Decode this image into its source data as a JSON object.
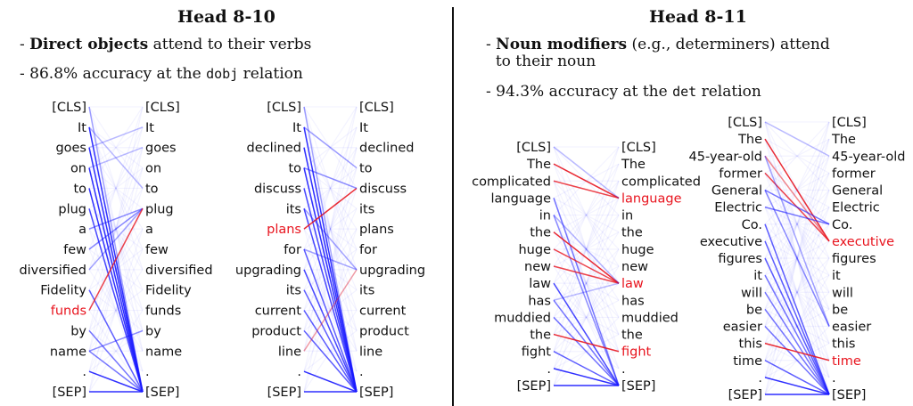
{
  "panels": [
    {
      "title": "Head 8-10",
      "bullet1_bold": "Direct objects",
      "bullet1_rest": " attend to their verbs",
      "bullet2_pre": "86.8% accuracy at the ",
      "bullet2_code": "dobj",
      "bullet2_post": " relation"
    },
    {
      "title": "Head 8-11",
      "bullet1_bold": "Noun modifiers",
      "bullet1_rest": " (e.g., determiners) attend",
      "bullet1_line2": "to their noun",
      "bullet2_pre": "94.3% accuracy at the ",
      "bullet2_code": "det",
      "bullet2_post": " relation"
    }
  ],
  "colors": {
    "attention": "#1a1aff",
    "highlight": "#e8141e"
  },
  "diagrams": [
    {
      "tokens": [
        "[CLS]",
        "It",
        "goes",
        "on",
        "to",
        "plug",
        "a",
        "few",
        "diversified",
        "Fidelity",
        "funds",
        "by",
        "name",
        ".",
        "[SEP]"
      ],
      "highlight_left": [
        10
      ],
      "highlight_right": [],
      "edges": [
        [
          1,
          14,
          0.9,
          "b"
        ],
        [
          2,
          14,
          0.9,
          "b"
        ],
        [
          3,
          14,
          0.9,
          "b"
        ],
        [
          4,
          14,
          0.9,
          "b"
        ],
        [
          5,
          14,
          0.8,
          "b"
        ],
        [
          6,
          5,
          0.5,
          "b"
        ],
        [
          7,
          5,
          0.5,
          "b"
        ],
        [
          8,
          5,
          0.4,
          "b"
        ],
        [
          9,
          14,
          0.7,
          "b"
        ],
        [
          10,
          5,
          0.8,
          "r"
        ],
        [
          11,
          14,
          0.6,
          "b"
        ],
        [
          12,
          11,
          0.5,
          "b"
        ],
        [
          13,
          14,
          0.9,
          "b"
        ],
        [
          14,
          14,
          0.9,
          "b"
        ],
        [
          0,
          14,
          0.4,
          "b"
        ],
        [
          12,
          14,
          0.6,
          "b"
        ],
        [
          1,
          4,
          0.3,
          "b"
        ],
        [
          2,
          1,
          0.3,
          "b"
        ],
        [
          3,
          2,
          0.3,
          "b"
        ]
      ]
    },
    {
      "tokens": [
        "[CLS]",
        "It",
        "declined",
        "to",
        "discuss",
        "its",
        "plans",
        "for",
        "upgrading",
        "its",
        "current",
        "product",
        "line",
        ".",
        "[SEP]"
      ],
      "highlight_left": [
        6
      ],
      "highlight_right": [],
      "edges": [
        [
          1,
          14,
          0.9,
          "b"
        ],
        [
          2,
          14,
          0.9,
          "b"
        ],
        [
          3,
          14,
          0.9,
          "b"
        ],
        [
          4,
          14,
          0.8,
          "b"
        ],
        [
          5,
          14,
          0.8,
          "b"
        ],
        [
          6,
          4,
          0.9,
          "r"
        ],
        [
          7,
          14,
          0.7,
          "b"
        ],
        [
          8,
          14,
          0.8,
          "b"
        ],
        [
          9,
          14,
          0.7,
          "b"
        ],
        [
          10,
          14,
          0.7,
          "b"
        ],
        [
          11,
          14,
          0.7,
          "b"
        ],
        [
          12,
          8,
          0.4,
          "r"
        ],
        [
          13,
          14,
          0.9,
          "b"
        ],
        [
          14,
          14,
          0.9,
          "b"
        ],
        [
          0,
          14,
          0.4,
          "b"
        ],
        [
          1,
          3,
          0.4,
          "b"
        ],
        [
          3,
          4,
          0.5,
          "b"
        ],
        [
          5,
          8,
          0.4,
          "b"
        ],
        [
          7,
          8,
          0.4,
          "b"
        ]
      ]
    },
    {
      "tokens": [
        "[CLS]",
        "The",
        "complicated",
        "language",
        "in",
        "the",
        "huge",
        "new",
        "law",
        "has",
        "muddied",
        "the",
        "fight",
        ".",
        "[SEP]"
      ],
      "highlight_left": [],
      "highlight_right": [
        3,
        8,
        12
      ],
      "edges": [
        [
          1,
          3,
          0.9,
          "r"
        ],
        [
          2,
          3,
          0.8,
          "r"
        ],
        [
          3,
          14,
          0.6,
          "b"
        ],
        [
          4,
          14,
          0.5,
          "b"
        ],
        [
          5,
          8,
          0.9,
          "r"
        ],
        [
          6,
          8,
          0.8,
          "r"
        ],
        [
          7,
          8,
          0.8,
          "r"
        ],
        [
          8,
          14,
          0.8,
          "b"
        ],
        [
          9,
          14,
          0.6,
          "b"
        ],
        [
          10,
          14,
          0.6,
          "b"
        ],
        [
          11,
          12,
          0.9,
          "r"
        ],
        [
          12,
          14,
          0.7,
          "b"
        ],
        [
          13,
          14,
          0.9,
          "b"
        ],
        [
          14,
          14,
          0.9,
          "b"
        ],
        [
          0,
          3,
          0.3,
          "b"
        ],
        [
          4,
          8,
          0.3,
          "b"
        ],
        [
          9,
          8,
          0.3,
          "b"
        ]
      ]
    },
    {
      "tokens": [
        "[CLS]",
        "The",
        "45-year-old",
        "former",
        "General",
        "Electric",
        "Co.",
        "executive",
        "figures",
        "it",
        "will",
        "be",
        "easier",
        "this",
        "time",
        ".",
        "[SEP]"
      ],
      "highlight_left": [],
      "highlight_right": [
        7,
        14
      ],
      "edges": [
        [
          1,
          7,
          0.9,
          "r"
        ],
        [
          2,
          7,
          0.5,
          "r"
        ],
        [
          3,
          7,
          0.8,
          "r"
        ],
        [
          4,
          6,
          0.6,
          "b"
        ],
        [
          5,
          6,
          0.6,
          "b"
        ],
        [
          6,
          16,
          0.7,
          "b"
        ],
        [
          7,
          16,
          0.7,
          "b"
        ],
        [
          8,
          16,
          0.7,
          "b"
        ],
        [
          9,
          16,
          0.6,
          "b"
        ],
        [
          10,
          16,
          0.6,
          "b"
        ],
        [
          11,
          16,
          0.6,
          "b"
        ],
        [
          12,
          16,
          0.6,
          "b"
        ],
        [
          13,
          14,
          0.9,
          "r"
        ],
        [
          14,
          16,
          0.7,
          "b"
        ],
        [
          15,
          16,
          0.9,
          "b"
        ],
        [
          16,
          16,
          0.9,
          "b"
        ],
        [
          0,
          2,
          0.3,
          "b"
        ],
        [
          4,
          12,
          0.5,
          "b"
        ],
        [
          2,
          12,
          0.4,
          "b"
        ]
      ]
    }
  ]
}
